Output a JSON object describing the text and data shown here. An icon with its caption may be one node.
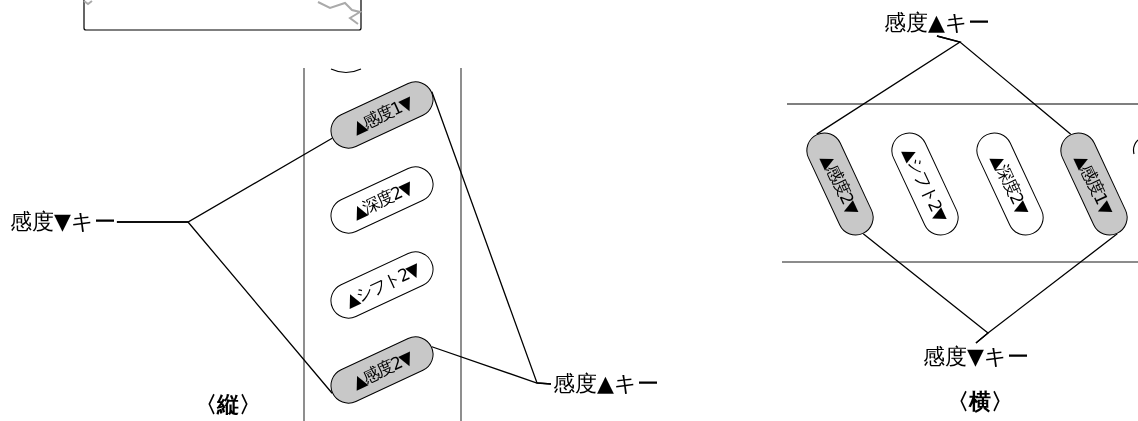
{
  "diagram": {
    "nodes": [
      {
        "text": [
          "感度▼キー"
        ]
      },
      {
        "text": [
          "▲感度1▼"
        ]
      },
      {
        "text": [
          "▲深度2▼"
        ]
      },
      {
        "text": [
          "▲シフト2▼"
        ]
      },
      {
        "text": [
          "▲感度2▼"
        ]
      },
      {
        "text": [
          "感度▲キー"
        ]
      },
      {
        "text": [
          "感度▲キー"
        ]
      },
      {
        "text": [
          "▲感度2▼"
        ]
      },
      {
        "text": [
          "▲シフト2▼"
        ]
      },
      {
        "text": [
          "▲深度2▼"
        ]
      },
      {
        "text": [
          "▲感度1▼"
        ]
      },
      {
        "text": [
          "感度▼キー"
        ]
      }
    ],
    "edges": [
      {
        "from": 0,
        "to": 1,
        "arrow": "none"
      },
      {
        "from": 0,
        "to": 4,
        "arrow": "none"
      },
      {
        "from": 5,
        "to": 1,
        "arrow": "none"
      },
      {
        "from": 5,
        "to": 4,
        "arrow": "none"
      },
      {
        "from": 6,
        "to": 7,
        "arrow": "none"
      },
      {
        "from": 6,
        "to": 10,
        "arrow": "none"
      },
      {
        "from": 11,
        "to": 7,
        "arrow": "none"
      },
      {
        "from": 11,
        "to": 10,
        "arrow": "none"
      }
    ],
    "labels": [
      "〈縦〉",
      "〈横〉"
    ]
  }
}
